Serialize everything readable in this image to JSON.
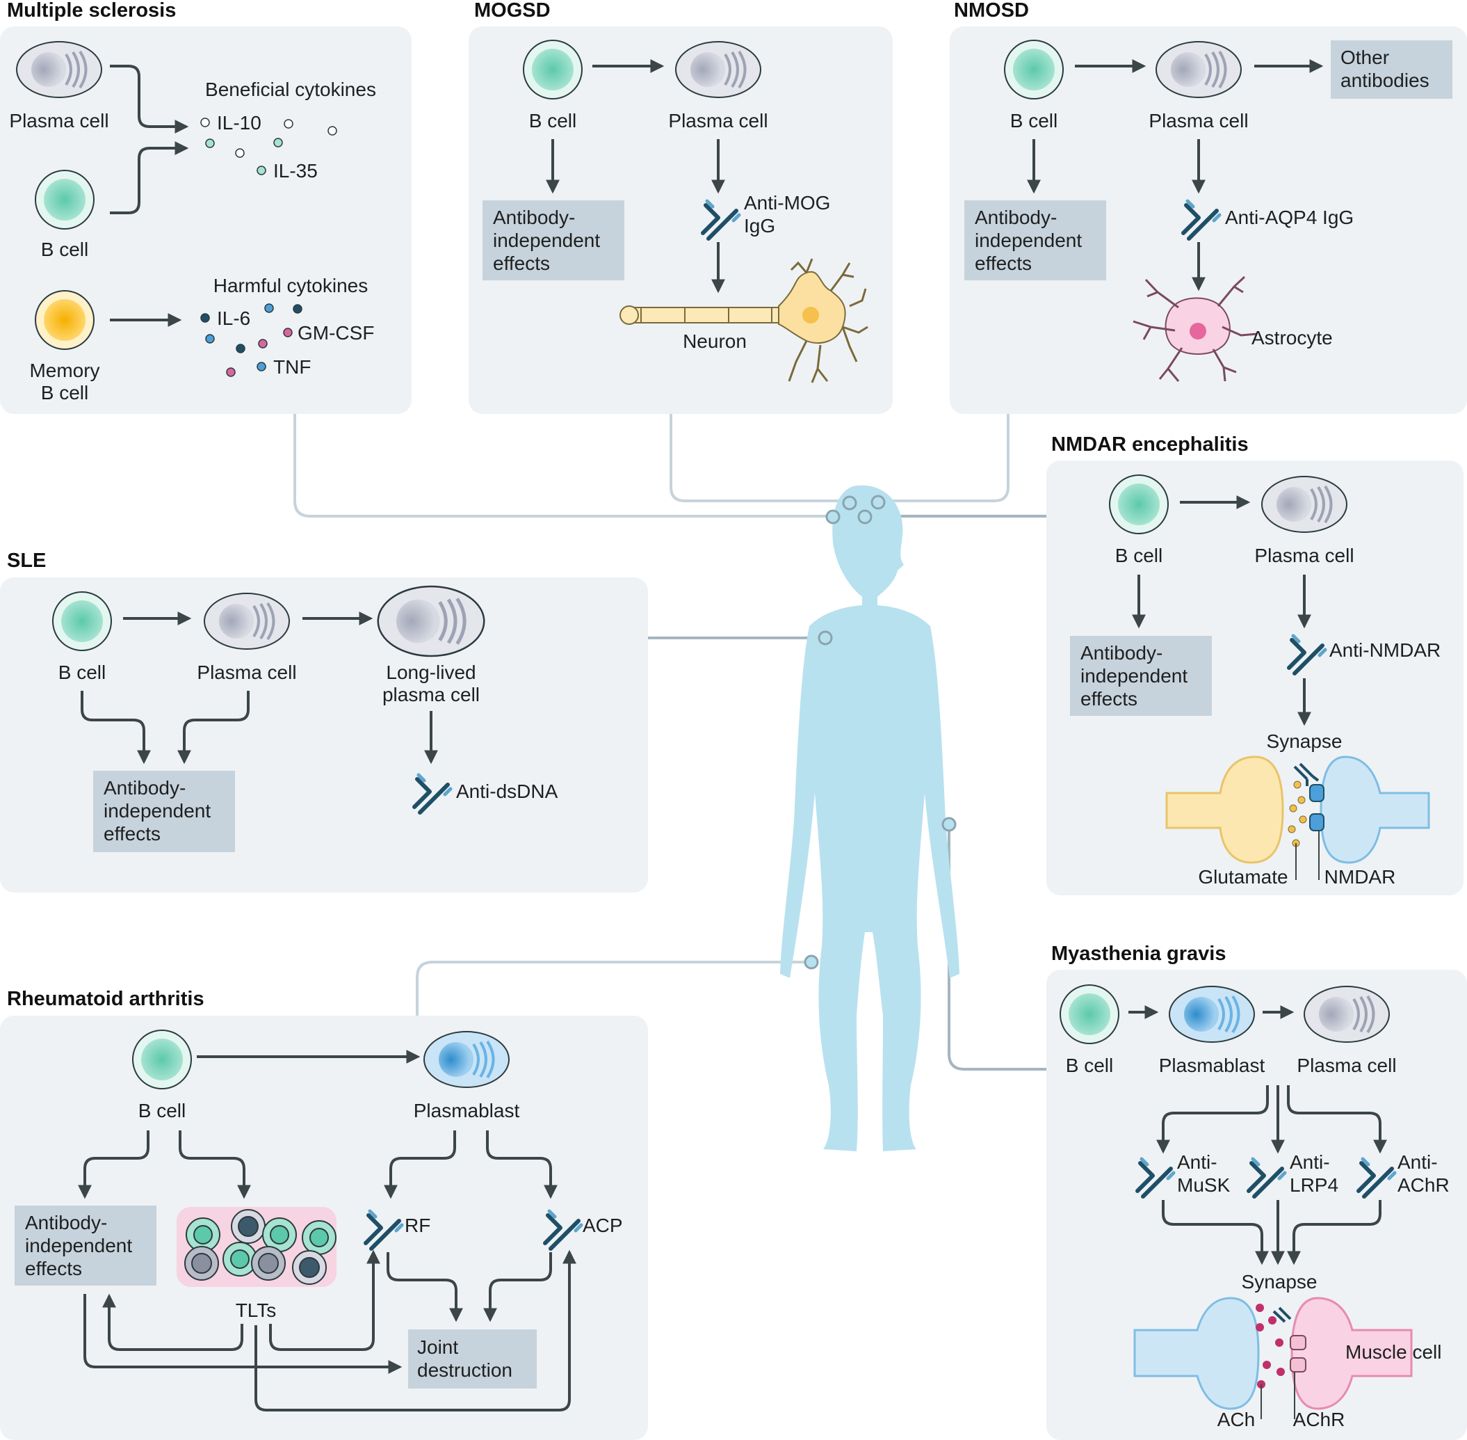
{
  "multiple_sclerosis": {
    "title": "Multiple sclerosis",
    "plasma_cell": "Plasma cell",
    "b_cell": "B cell",
    "memory_b_cell_line1": "Memory",
    "memory_b_cell_line2": "B cell",
    "beneficial_cytokines": "Beneficial cytokines",
    "il10": "IL-10",
    "il35": "IL-35",
    "harmful_cytokines": "Harmful cytokines",
    "il6": "IL-6",
    "gmcsf": "GM-CSF",
    "tnf": "TNF"
  },
  "mogsd": {
    "title": "MOGSD",
    "b_cell": "B cell",
    "plasma_cell": "Plasma cell",
    "effects_line1": "Antibody-",
    "effects_line2": "independent",
    "effects_line3": "effects",
    "antibody_line1": "Anti-MOG",
    "antibody_line2": "IgG",
    "neuron": "Neuron"
  },
  "nmosd": {
    "title": "NMOSD",
    "b_cell": "B cell",
    "plasma_cell": "Plasma cell",
    "other_line1": "Other",
    "other_line2": "antibodies",
    "effects_line1": "Antibody-",
    "effects_line2": "independent",
    "effects_line3": "effects",
    "antibody": "Anti-AQP4 IgG",
    "astrocyte": "Astrocyte"
  },
  "nmdar": {
    "title": "NMDAR encephalitis",
    "b_cell": "B cell",
    "plasma_cell": "Plasma cell",
    "effects_line1": "Antibody-",
    "effects_line2": "independent",
    "effects_line3": "effects",
    "antibody": "Anti-NMDAR",
    "synapse": "Synapse",
    "glutamate": "Glutamate",
    "receptor": "NMDAR"
  },
  "sle": {
    "title": "SLE",
    "b_cell": "B cell",
    "plasma_cell": "Plasma cell",
    "long_lived_line1": "Long-lived",
    "long_lived_line2": "plasma cell",
    "effects_line1": "Antibody-",
    "effects_line2": "independent",
    "effects_line3": "effects",
    "antibody": "Anti-dsDNA"
  },
  "rheumatoid_arthritis": {
    "title": "Rheumatoid arthritis",
    "b_cell": "B cell",
    "plasmablast": "Plasmablast",
    "effects_line1": "Antibody-",
    "effects_line2": "independent",
    "effects_line3": "effects",
    "tlts": "TLTs",
    "rf": "RF",
    "acp": "ACP",
    "joint_line1": "Joint",
    "joint_line2": "destruction"
  },
  "myasthenia_gravis": {
    "title": "Myasthenia gravis",
    "b_cell": "B cell",
    "plasmablast": "Plasmablast",
    "plasma_cell": "Plasma cell",
    "musk_line1": "Anti-",
    "musk_line2": "MuSK",
    "lrp4_line1": "Anti-",
    "lrp4_line2": "LRP4",
    "achr_ab_line1": "Anti-",
    "achr_ab_line2": "AChR",
    "synapse": "Synapse",
    "muscle_cell": "Muscle cell",
    "ach": "ACh",
    "achr": "AChR"
  },
  "colors": {
    "panel": "#eef2f5",
    "effects_box": "#c6d3dc",
    "b_cell": "#7fd3bb",
    "plasma_cell": "#b8bcc8",
    "memory_b_cell": "#f6b81c",
    "plasmablast": "#4c9fd8",
    "antibody": "#1f4f66",
    "body": "#b8e1ef"
  }
}
